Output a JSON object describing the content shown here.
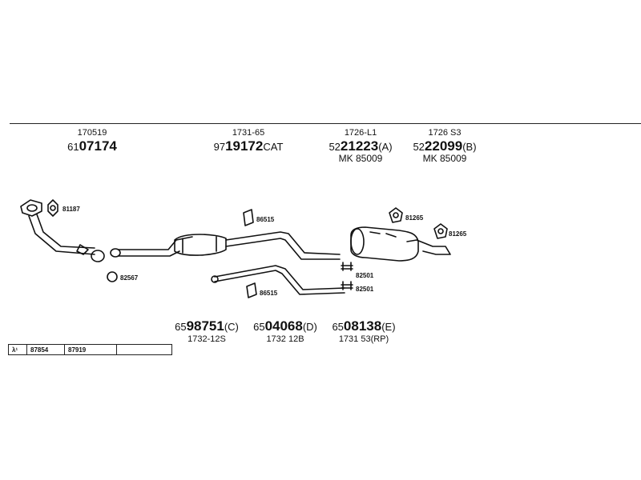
{
  "top_parts": [
    {
      "sub": "170519",
      "prefix": "61",
      "bold": "07174",
      "suffix": "",
      "mk": ""
    },
    {
      "sub": "1731-65",
      "prefix": "97",
      "bold": "19172",
      "suffix": "CAT",
      "mk": ""
    },
    {
      "sub": "1726-L1",
      "prefix": "52",
      "bold": "21223",
      "suffix": "(A)",
      "mk": "MK 85009"
    },
    {
      "sub": "1726 S3",
      "prefix": "52",
      "bold": "22099",
      "suffix": "(B)",
      "mk": "MK 85009"
    }
  ],
  "bottom_parts": [
    {
      "prefix": "65",
      "bold": "98751",
      "suffix": "(C)",
      "sub": "1732-12S"
    },
    {
      "prefix": "65",
      "bold": "04068",
      "suffix": "(D)",
      "sub": "1732 12B"
    },
    {
      "prefix": "65",
      "bold": "08138",
      "suffix": "(E)",
      "sub": "1731 53(RP)"
    }
  ],
  "callouts": {
    "c81187": "81187",
    "c82567": "82567",
    "c86515a": "86515",
    "c86515b": "86515",
    "c82501a": "82501",
    "c82501b": "82501",
    "c81265a": "81265",
    "c81265b": "81265"
  },
  "lambda_table": {
    "symbol": "λ¹",
    "cells": [
      "87854",
      "87919",
      ""
    ]
  }
}
